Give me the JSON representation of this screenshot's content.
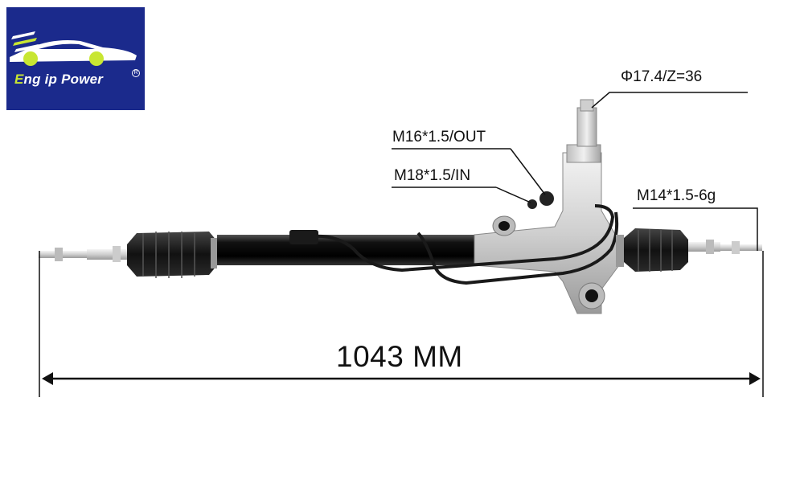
{
  "logo": {
    "first_letter": "E",
    "rest": "ng ip Power",
    "registered": "R",
    "brand_color": "#1b2a8c",
    "accent_color": "#c8e632"
  },
  "callouts": {
    "spline": "Φ17.4/Z=36",
    "outlet": "M16*1.5/OUT",
    "inlet": "M18*1.5/IN",
    "thread": "M14*1.5-6g"
  },
  "dimension": {
    "length_label": "1043 MM"
  }
}
